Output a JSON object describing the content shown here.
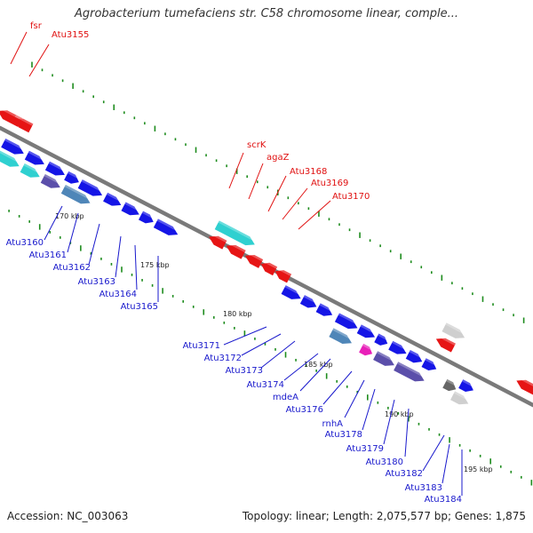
{
  "title": "Agrobacterium tumefaciens str. C58 chromosome linear, comple...",
  "footer": {
    "accession": "Accession: NC_003063",
    "summary": "Topology: linear; Length: 2,075,577 bp; Genes: 1,875"
  },
  "colors": {
    "forward": "#1515e6",
    "reverse": "#e61515",
    "cyan": "#2fd0d0",
    "purple": "#5b4faa",
    "steel": "#4f86b8",
    "magenta": "#e81fb8",
    "grey": "#cfcfcf",
    "dark_grey": "#666666",
    "label_forward": "#1818cc",
    "label_reverse": "#e01010",
    "tick": "#1e8c1e",
    "backbone": "#7a7a7a"
  },
  "scale_labels": [
    "170 kbp",
    "175 kbp",
    "180 kbp",
    "185 kbp",
    "190 kbp",
    "195 kbp"
  ],
  "labels_reverse": [
    "fsr",
    "Atu3155",
    "scrK",
    "agaZ",
    "Atu3168",
    "Atu3169",
    "Atu3170"
  ],
  "labels_forward": [
    "Atu3160",
    "Atu3161",
    "Atu3162",
    "Atu3163",
    "Atu3164",
    "Atu3165",
    "Atu3171",
    "Atu3172",
    "Atu3173",
    "Atu3174",
    "mdeA",
    "Atu3176",
    "rnhA",
    "Atu3178",
    "Atu3179",
    "Atu3180",
    "Atu3182",
    "Atu3183",
    "Atu3184"
  ]
}
